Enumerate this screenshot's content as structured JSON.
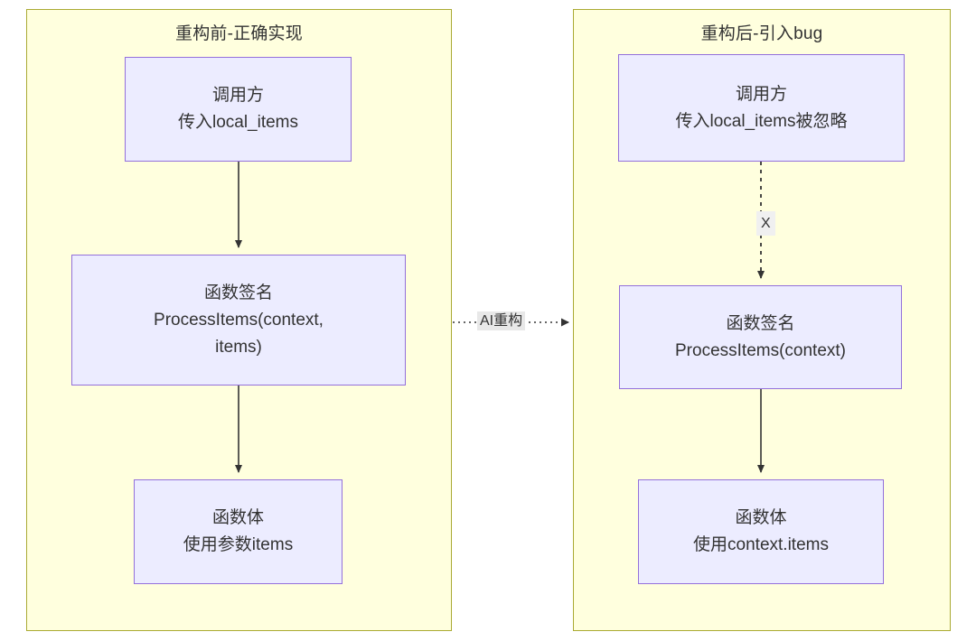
{
  "diagram": {
    "title_left": "重构前-正确实现",
    "title_right": "重构后-引入bug",
    "panels": {
      "left": {
        "title": "重构前-正确实现",
        "nodes": [
          {
            "id": "l1",
            "lines": [
              "调用方",
              "传入local_items"
            ]
          },
          {
            "id": "l2",
            "lines": [
              "函数签名",
              "ProcessItems(context,",
              "items)"
            ]
          },
          {
            "id": "l3",
            "lines": [
              "函数体",
              "使用参数items"
            ]
          }
        ],
        "edges": [
          {
            "from": "l1",
            "to": "l2",
            "style": "solid",
            "label": ""
          },
          {
            "from": "l2",
            "to": "l3",
            "style": "solid",
            "label": ""
          }
        ]
      },
      "right": {
        "title": "重构后-引入bug",
        "nodes": [
          {
            "id": "r1",
            "lines": [
              "调用方",
              "传入local_items被忽略"
            ]
          },
          {
            "id": "r2",
            "lines": [
              "函数签名",
              "ProcessItems(context)"
            ]
          },
          {
            "id": "r3",
            "lines": [
              "函数体",
              "使用context.items"
            ]
          }
        ],
        "edges": [
          {
            "from": "r1",
            "to": "r2",
            "style": "dashed",
            "label": "X"
          },
          {
            "from": "r2",
            "to": "r3",
            "style": "solid",
            "label": ""
          }
        ]
      }
    },
    "cross_edge": {
      "from": "left-panel",
      "to": "right-panel",
      "style": "dotted",
      "label": "AI重构"
    },
    "colors": {
      "panel_fill": "#ffffde",
      "panel_border": "#aaaa33",
      "node_fill": "#ececff",
      "node_border": "#9370db",
      "edge": "#333333",
      "text": "#333333",
      "label_bg": "#e8e8e8"
    }
  }
}
